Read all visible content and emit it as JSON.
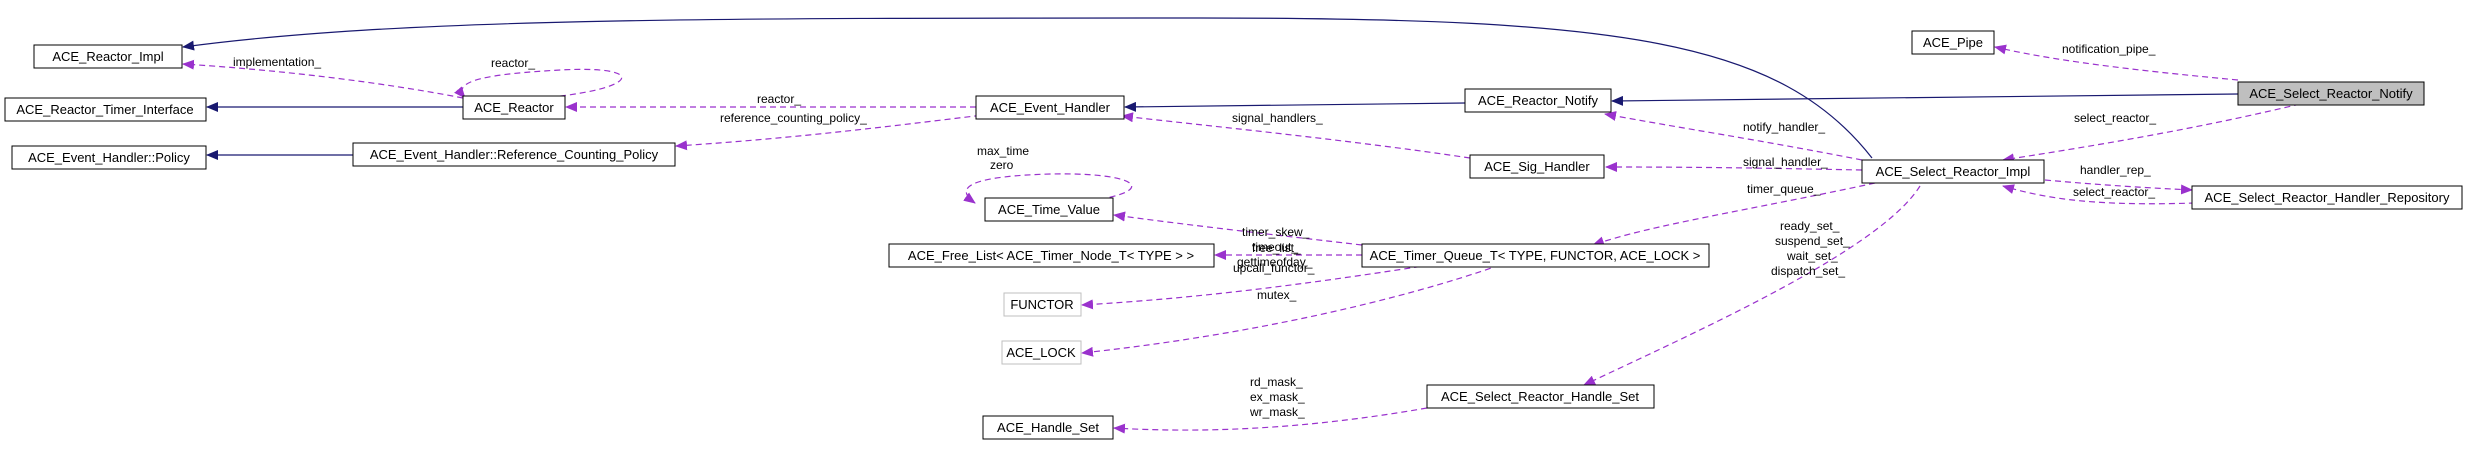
{
  "nodes": {
    "reactor_impl": "ACE_Reactor_Impl",
    "timer_interface": "ACE_Reactor_Timer_Interface",
    "handler_policy": "ACE_Event_Handler::Policy",
    "reactor": "ACE_Reactor",
    "ref_policy": "ACE_Event_Handler::Reference_Counting_Policy",
    "event_handler": "ACE_Event_Handler",
    "reactor_notify": "ACE_Reactor_Notify",
    "pipe": "ACE_Pipe",
    "select_notify": "ACE_Select_Reactor_Notify",
    "sig_handler": "ACE_Sig_Handler",
    "select_impl": "ACE_Select_Reactor_Impl",
    "handler_repo": "ACE_Select_Reactor_Handler_Repository",
    "time_value": "ACE_Time_Value",
    "free_list": "ACE_Free_List< ACE_Timer_Node_T< TYPE > >",
    "timer_queue": "ACE_Timer_Queue_T< TYPE, FUNCTOR, ACE_LOCK >",
    "functor": "FUNCTOR",
    "lock": "ACE_LOCK",
    "handle_set": "ACE_Handle_Set",
    "select_handle_set": "ACE_Select_Reactor_Handle_Set"
  },
  "edge_labels": {
    "implementation": "implementation_",
    "reactor_self": "reactor_",
    "reactor_eh": "reactor_",
    "ref_counting": "reference_counting_policy_",
    "signal_handlers": "signal_handlers_",
    "notify_handler": "notify_handler_",
    "signal_handler": "signal_handler_",
    "notification_pipe": "notification_pipe_",
    "select_reactor_1": "select_reactor_",
    "handler_rep": "handler_rep_",
    "select_reactor_2": "select_reactor_",
    "max_time": "max_time",
    "zero": "zero",
    "timer_skew": "timer_skew_",
    "timeout": "timeout_",
    "gettimeofday": "gettimeofday_",
    "timer_queue": "timer_queue_",
    "free_list": "free_list_",
    "upcall_functor": "upcall_functor_",
    "mutex": "mutex_",
    "ready_set": "ready_set_",
    "suspend_set": "suspend_set_",
    "wait_set": "wait_set_",
    "dispatch_set": "dispatch_set_",
    "rd_mask": "rd_mask_",
    "ex_mask": "ex_mask_",
    "wr_mask": "wr_mask_"
  },
  "colors": {
    "inheritance": "#191970",
    "usage": "#9a32cd",
    "focus_fill": "#bfbfbf"
  }
}
